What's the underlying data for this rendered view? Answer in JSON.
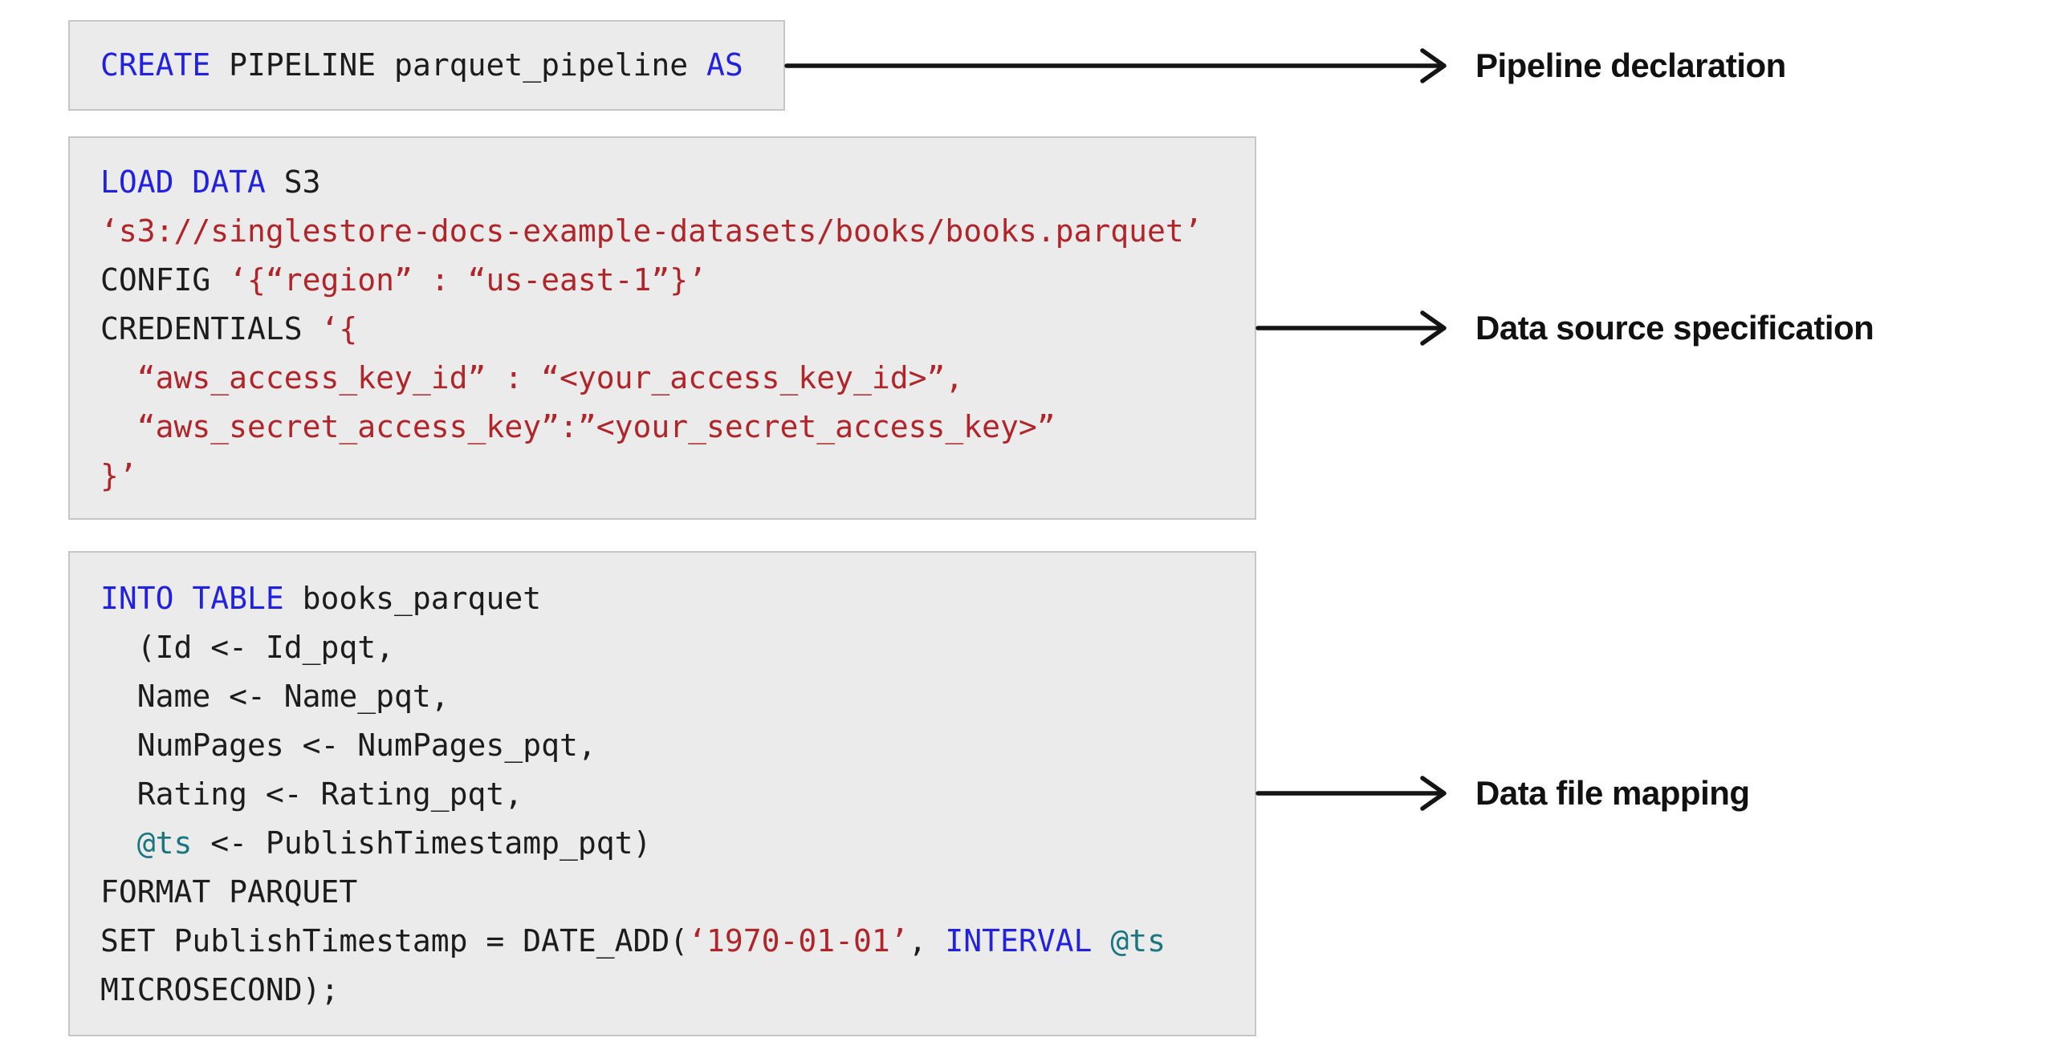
{
  "palette": {
    "box_background": "#ebebeb",
    "box_border": "#c6c6c6",
    "code_plain": "#1c1c1c",
    "keyword_blue": "#2222dd",
    "string_red": "#b0252a",
    "variable_teal": "#1b7680",
    "label_text": "#111111",
    "arrow_color": "#141414"
  },
  "blocks": [
    {
      "id": "pipeline-declaration",
      "label": "Pipeline declaration",
      "lines": [
        [
          [
            "k",
            "CREATE"
          ],
          [
            "p",
            " PIPELINE parquet_pipeline "
          ],
          [
            "k",
            "AS"
          ]
        ]
      ]
    },
    {
      "id": "data-source-specification",
      "label": "Data source specification",
      "lines": [
        [
          [
            "k",
            "LOAD DATA"
          ],
          [
            "p",
            " S3"
          ]
        ],
        [
          [
            "s",
            "‘s3://singlestore-docs-example-datasets/books/books.parquet’"
          ]
        ],
        [
          [
            "p",
            "CONFIG "
          ],
          [
            "s",
            "‘{“region” : “us-east-1”}’"
          ]
        ],
        [
          [
            "p",
            "CREDENTIALS "
          ],
          [
            "s",
            "‘{"
          ]
        ],
        [
          [
            "s",
            "  “aws_access_key_id” : “<your_access_key_id>”,"
          ]
        ],
        [
          [
            "s",
            "  “aws_secret_access_key”:”<your_secret_access_key>”"
          ]
        ],
        [
          [
            "s",
            "}’"
          ]
        ]
      ]
    },
    {
      "id": "data-file-mapping",
      "label": "Data file mapping",
      "lines": [
        [
          [
            "k",
            "INTO TABLE"
          ],
          [
            "p",
            " books_parquet"
          ]
        ],
        [
          [
            "p",
            "  (Id <- Id_pqt,"
          ]
        ],
        [
          [
            "p",
            "  Name <- Name_pqt,"
          ]
        ],
        [
          [
            "p",
            "  NumPages <- NumPages_pqt,"
          ]
        ],
        [
          [
            "p",
            "  Rating <- Rating_pqt,"
          ]
        ],
        [
          [
            "p",
            "  "
          ],
          [
            "v",
            "@ts"
          ],
          [
            "p",
            " <- PublishTimestamp_pqt)"
          ]
        ],
        [
          [
            "p",
            "FORMAT PARQUET"
          ]
        ],
        [
          [
            "p",
            "SET PublishTimestamp = DATE_ADD("
          ],
          [
            "s",
            "‘1970-01-01’"
          ],
          [
            "p",
            ", "
          ],
          [
            "k",
            "INTERVAL"
          ],
          [
            "p",
            " "
          ],
          [
            "v",
            "@ts"
          ]
        ],
        [
          [
            "p",
            "MICROSECOND);"
          ]
        ]
      ]
    }
  ]
}
